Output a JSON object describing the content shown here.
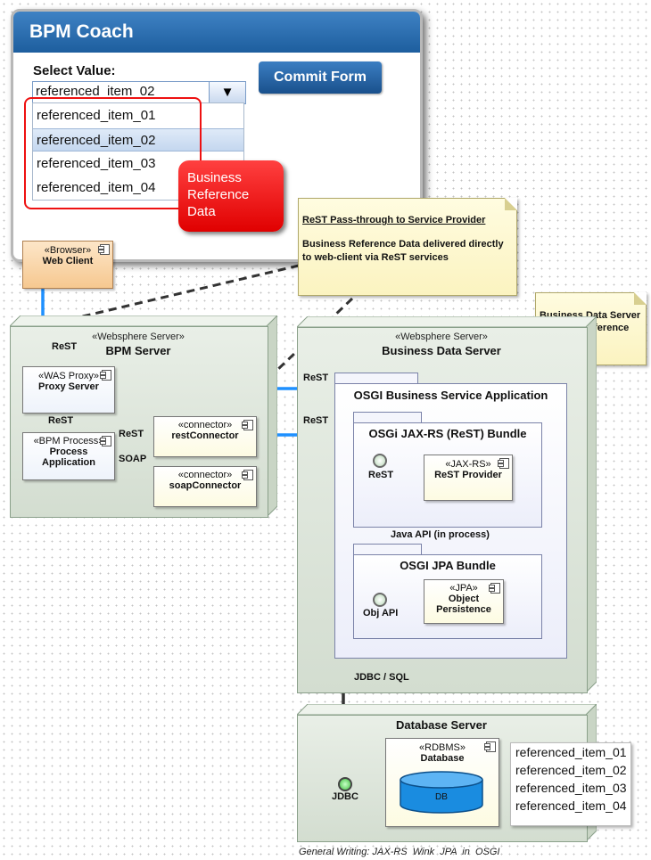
{
  "coach": {
    "title": "BPM Coach",
    "select_label": "Select Value:",
    "select_value": "referenced_item_02",
    "commit_button": "Commit Form",
    "dropdown_options": [
      "referenced_item_01",
      "referenced_item_02",
      "referenced_item_03",
      "referenced_item_04"
    ],
    "selected_index": 1,
    "callout": "Business\nReference\nData"
  },
  "notes": {
    "rest_passthrough_title": "ReST Pass-through to Service Provider",
    "rest_passthrough_body": "Business Reference Data delivered directly to web-client via ReST services",
    "bds_note": "Business Data Server manages reference data."
  },
  "web_client": {
    "stereotype": "«Browser»",
    "name": "Web Client"
  },
  "bpm_server": {
    "stereotype": "«Websphere Server»",
    "name": "BPM Server",
    "proxy": {
      "stereotype": "«WAS Proxy»",
      "name": "Proxy Server"
    },
    "process": {
      "stereotype": "«BPM Process»",
      "name": "Process\nApplication"
    },
    "rest_connector": {
      "stereotype": "«connector»",
      "name": "restConnector"
    },
    "soap_connector": {
      "stereotype": "«connector»",
      "name": "soapConnector"
    }
  },
  "business_data_server": {
    "stereotype": "«Websphere Server»",
    "name": "Business Data Server",
    "osgi_app": "OSGI Business Service Application",
    "jaxrs_bundle": "OSGi JAX-RS (ReST) Bundle",
    "rest_provider": {
      "stereotype": "«JAX-RS»",
      "name": "ReST Provider"
    },
    "jpa_bundle": "OSGI JPA Bundle",
    "object_persistence": {
      "stereotype": "«JPA»",
      "name": "Object\nPersistence"
    }
  },
  "database_server": {
    "name": "Database Server",
    "database": {
      "stereotype": "«RDBMS»",
      "name": "Database",
      "cylinder": "DB"
    },
    "items": [
      "referenced_item_01",
      "referenced_item_02",
      "referenced_item_03",
      "referenced_item_04"
    ]
  },
  "labels": {
    "rest_top": "ReST",
    "rest_proxy_process": "ReST",
    "rest_connector": "ReST",
    "soap": "SOAP",
    "rest_osgi_1": "ReST",
    "rest_osgi_2": "ReST",
    "port_rest": "ReST",
    "java_api": "Java API (in process)",
    "obj_api": "Obj API",
    "jdbc_sql": "JDBC / SQL",
    "jdbc": "JDBC"
  },
  "footer": "General Writing: JAX-RS  Wink  JPA  in  OSGI",
  "colors": {
    "rest_line": "#1e90ff",
    "soap_line": "#00008b",
    "api_line": "#333333",
    "callout": "#ee1111"
  }
}
